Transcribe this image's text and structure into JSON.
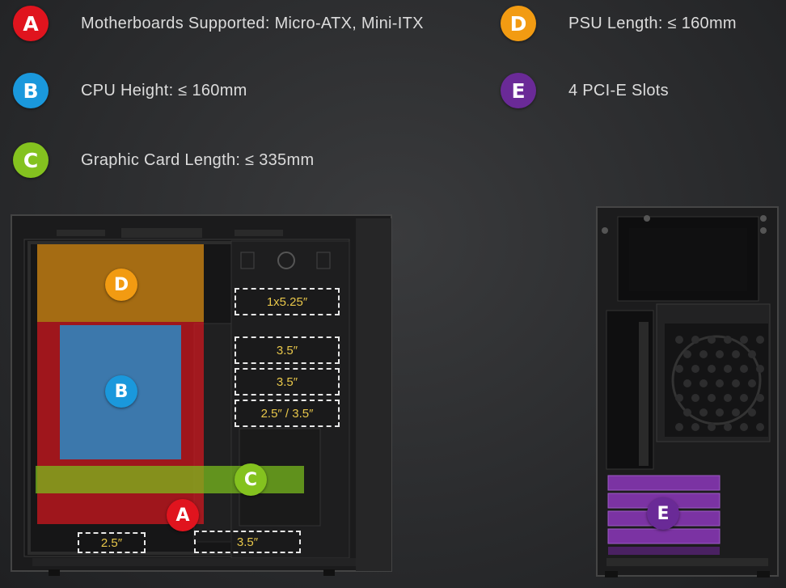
{
  "specs": [
    {
      "letter": "A",
      "label": "Motherboards Supported: Micro-ATX, Mini-ITX",
      "color": "#e0141e"
    },
    {
      "letter": "B",
      "label": "CPU Height: ≤ 160mm",
      "color": "#1a98dc"
    },
    {
      "letter": "C",
      "label": "Graphic Card Length: ≤ 335mm",
      "color": "#84c21f"
    },
    {
      "letter": "D",
      "label": "PSU Length: ≤ 160mm",
      "color": "#f29b12"
    },
    {
      "letter": "E",
      "label": "4 PCI-E Slots",
      "color": "#6a2a97"
    }
  ],
  "bays": {
    "b525": "1x5.25″",
    "b35a": "3.5″",
    "b35b": "3.5″",
    "b2535": "2.5″ / 3.5″",
    "bottom25": "2.5″",
    "bottom35": "3.5″"
  }
}
